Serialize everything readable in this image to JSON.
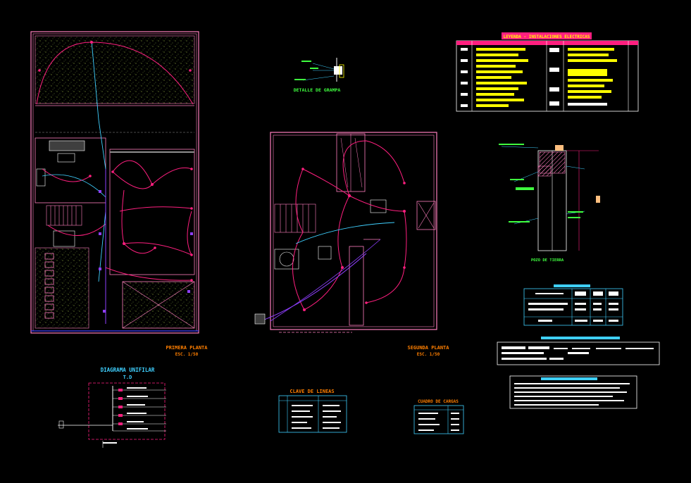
{
  "labels": {
    "planta1_title": "PRIMERA PLANTA",
    "planta1_scale": "ESC. 1/50",
    "planta2_title": "SEGUNDA PLANTA",
    "planta2_scale": "ESC. 1/50",
    "diagrama_title": "DIAGRAMA UNIFILAR",
    "diagrama_sub": "T.D",
    "detalle_grampa": "DETALLE DE GRAMPA",
    "pozo_title": "POZO DE TIERRA",
    "clave_title": "CLAVE DE LINEAS",
    "cuadro_title": "CUADRO DE CARGAS",
    "leyenda_title": "LEYENDA - INSTALACIONES ELECTRICAS"
  },
  "colors": {
    "wall": "#ff7fbf",
    "circuit": "#ff1f7f",
    "feeder": "#3fd0ff",
    "cyan": "#00ffff",
    "yellow": "#ffff00",
    "green": "#3fff3f",
    "red": "#ff0000",
    "white": "#ffffff",
    "violet": "#8f3fff"
  }
}
